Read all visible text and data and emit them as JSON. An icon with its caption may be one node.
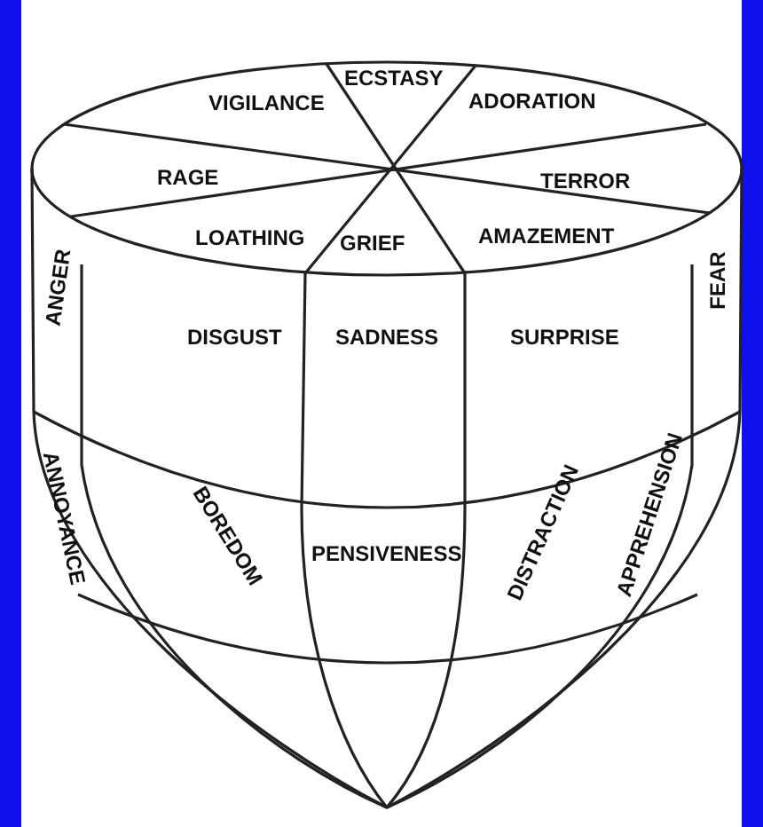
{
  "diagram": {
    "labels": [
      "VIGILANCE",
      "ECSTASY",
      "ADORATION",
      "RAGE",
      "TERROR",
      "LOATHING",
      "GRIEF",
      "AMAZEMENT",
      "ANGER",
      "FEAR",
      "DISGUST",
      "SADNESS",
      "SURPRISE",
      "ANNOYANCE",
      "BOREDOM",
      "PENSIVENESS",
      "DISTRACTION",
      "APPREHENSION"
    ]
  }
}
